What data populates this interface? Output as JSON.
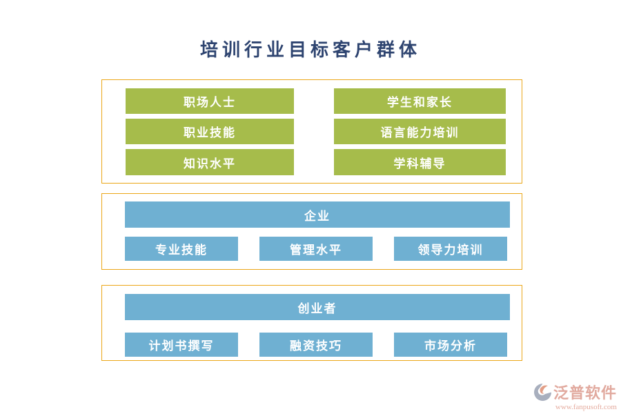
{
  "title": "培训行业目标客户群体",
  "colors": {
    "green_button": "#A6BC4B",
    "blue_button": "#6FB0D2",
    "section_border": "#EBA617",
    "title_text": "#2E4470",
    "button_text": "#FFFFFF",
    "watermark_text": "#DC9B8E"
  },
  "sections": [
    {
      "left_items": [
        "职场人士",
        "职业技能",
        "知识水平"
      ],
      "right_items": [
        "学生和家长",
        "语言能力培训",
        "学科辅导"
      ]
    },
    {
      "header": "企业",
      "items": [
        "专业技能",
        "管理水平",
        "领导力培训"
      ]
    },
    {
      "header": "创业者",
      "items": [
        "计划书撰写",
        "融资技巧",
        "市场分析"
      ]
    }
  ],
  "watermark": {
    "brand": "泛普软件",
    "url": "www.fanpusoft.com",
    "mark_icon": "fanpu-logo-swoosh"
  }
}
